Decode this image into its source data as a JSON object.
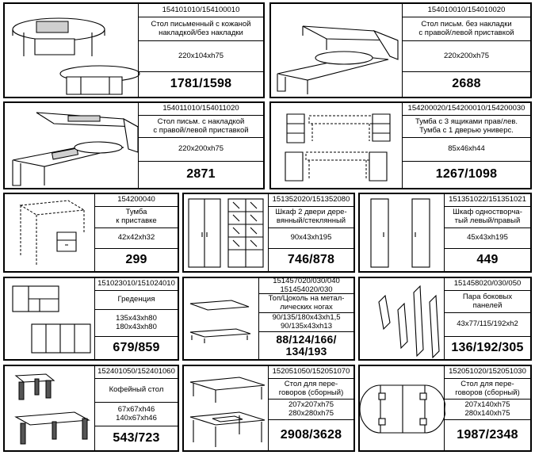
{
  "products": [
    {
      "code": [
        "154101010/154100010"
      ],
      "name": [
        "Стол письменный с кожаной",
        "накладкой/без накладки"
      ],
      "dims": [
        "220x104xh75"
      ],
      "price": "1781/1598",
      "icon": "oval-desk-icon"
    },
    {
      "code": [
        "154010010/154010020"
      ],
      "name": [
        "Стол письм. без накладки",
        "с правой/левой приставкой"
      ],
      "dims": [
        "220x200xh75"
      ],
      "price": "2688",
      "icon": "corner-desk-icon"
    },
    {
      "code": [
        "154011010/154011020"
      ],
      "name": [
        "Стол письм. с накладкой",
        "с правой/левой приставкой"
      ],
      "dims": [
        "220x200xh75"
      ],
      "price": "2871",
      "icon": "corner-desk-inlay-icon"
    },
    {
      "code": [
        "154200020/154200010/154200030"
      ],
      "name": [
        "Тумба с 3 ящиками прав/лев.",
        "Тумба с 1 дверью универс."
      ],
      "dims": [
        "85x46xh44"
      ],
      "price": "1267/1098",
      "icon": "drawer-pedestal-icon"
    },
    {
      "code": [
        "154200040"
      ],
      "name": [
        "Тумба",
        "к приставке"
      ],
      "dims": [
        "42x42xh32"
      ],
      "price": "299",
      "icon": "small-pedestal-icon"
    },
    {
      "code": [
        "151352020/151352080"
      ],
      "name": [
        "Шкаф 2 двери дере-",
        "вянный/стеклянный"
      ],
      "dims": [
        "90x43xh195"
      ],
      "price": "746/878",
      "icon": "two-door-cabinet-icon"
    },
    {
      "code": [
        "151351022/151351021"
      ],
      "name": [
        "Шкаф одностворча-",
        "тый левый/правый"
      ],
      "dims": [
        "45x43xh195"
      ],
      "price": "449",
      "icon": "single-door-cabinet-icon"
    },
    {
      "code": [
        "151023010/151024010"
      ],
      "name": [
        "Греденция"
      ],
      "dims": [
        "135x43xh80",
        "180x43xh80"
      ],
      "price": "679/859",
      "icon": "credenza-icon"
    },
    {
      "code": [
        "151457020/030/040",
        "151454020/030"
      ],
      "name": [
        "Топ/Цоколь на метал-",
        "лических ногах"
      ],
      "dims": [
        "90/135/180x43xh1,5",
        "90/135x43xh13"
      ],
      "price": "88/124/166/134/193",
      "price_lines": [
        "88/124/166/",
        "134/193"
      ],
      "icon": "top-plinth-icon"
    },
    {
      "code": [
        "151458020/030/050"
      ],
      "name": [
        "Пара боковых",
        "панелей"
      ],
      "dims": [
        "43x77/115/192xh2"
      ],
      "price": "136/192/305",
      "icon": "side-panels-icon"
    },
    {
      "code": [
        "152401050/152401060"
      ],
      "name": [
        "Кофейный стол"
      ],
      "dims": [
        "67x67xh46",
        "140x67xh46"
      ],
      "price": "543/723",
      "icon": "coffee-table-icon"
    },
    {
      "code": [
        "152051050/152051070"
      ],
      "name": [
        "Стол для пере-",
        "говоров (сборный)"
      ],
      "dims": [
        "207x207xh75",
        "280x280xh75"
      ],
      "price": "2908/3628",
      "icon": "square-meeting-table-icon"
    },
    {
      "code": [
        "152051020/152051030"
      ],
      "name": [
        "Стол для пере-",
        "говоров (сборный)"
      ],
      "dims": [
        "207x140xh75",
        "280x140xh75"
      ],
      "price": "1987/2348",
      "icon": "oval-meeting-table-icon"
    }
  ]
}
